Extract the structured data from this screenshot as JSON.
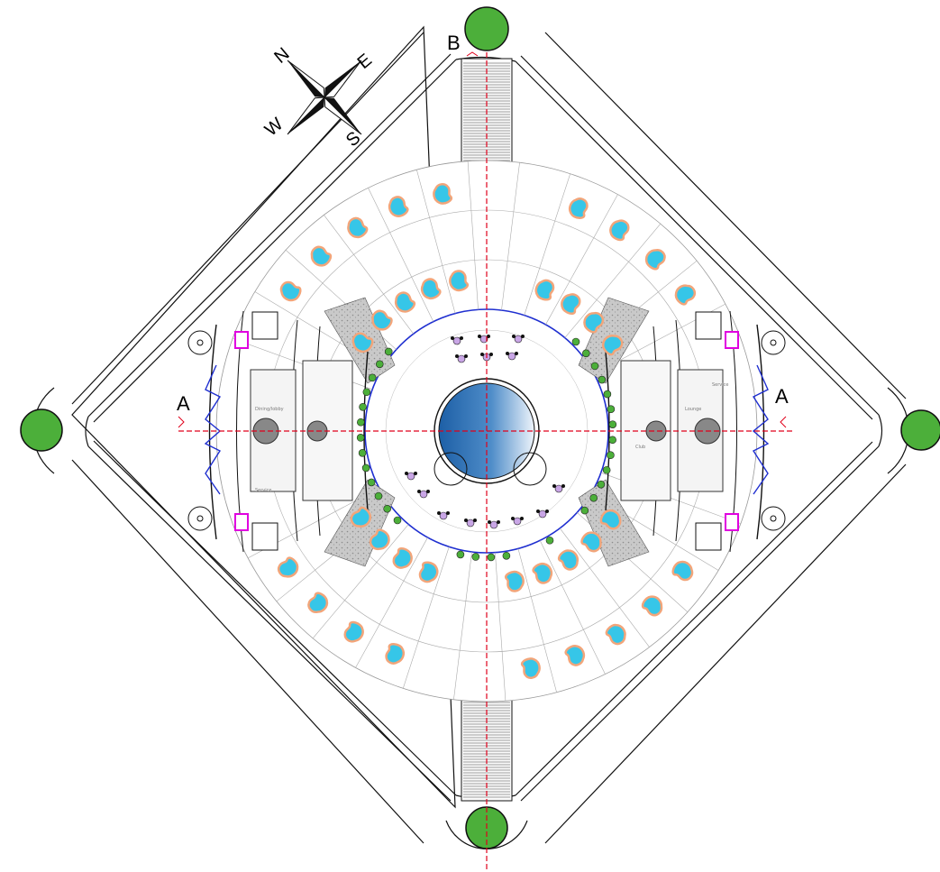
{
  "compass": {
    "north": "N",
    "east": "E",
    "south": "S",
    "west": "W"
  },
  "section_marks": {
    "a_left": "A",
    "a_right": "A",
    "b_top": "B"
  },
  "room_labels": {
    "west_1": "Dining/lobby",
    "west_2": "Service",
    "east_1": "Lounge",
    "east_2": "Service",
    "east_3": "Club"
  },
  "colors": {
    "tree": "#4caf3a",
    "pool": "#36c6e8",
    "pool_edge": "#f2a57a",
    "core_water": "#2a70b5",
    "section_line": "#e0001b",
    "glazing": "#1f2fd0",
    "toilet_block": "#e000e0",
    "wall": "#111111",
    "thin_line": "#9a9a9a"
  },
  "icons": [
    "compass-rose-icon",
    "tree-icon",
    "pool-icon",
    "spiral-stair-icon",
    "section-arrow-icon"
  ]
}
